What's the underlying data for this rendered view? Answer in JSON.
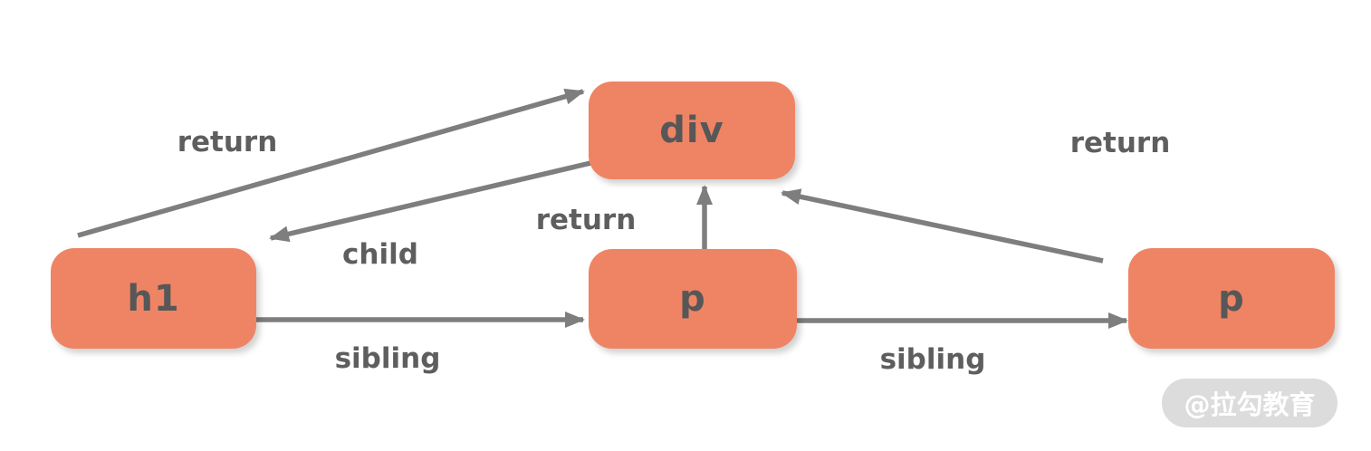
{
  "diagram": {
    "nodes": [
      {
        "id": "div",
        "label": "div"
      },
      {
        "id": "h1",
        "label": "h1"
      },
      {
        "id": "p-center",
        "label": "p"
      },
      {
        "id": "p-right",
        "label": "p"
      }
    ],
    "edges": [
      {
        "from": "h1",
        "to": "div",
        "label": "return"
      },
      {
        "from": "div",
        "to": "h1",
        "label": "child"
      },
      {
        "from": "h1",
        "to": "p-center",
        "label": "sibling"
      },
      {
        "from": "p-center",
        "to": "div",
        "label": "return"
      },
      {
        "from": "p-center",
        "to": "p-right",
        "label": "sibling"
      },
      {
        "from": "p-right",
        "to": "div",
        "label": "return"
      }
    ],
    "colors": {
      "node_fill": "#EF8465",
      "node_text": "#575757",
      "arrow": "#7E7E7E",
      "edge_label_text": "#5E5E5E",
      "watermark_bg": "#DCDCDC",
      "watermark_text": "#FFFFFF",
      "background": "#FFFFFF"
    },
    "watermark": "@拉勾教育"
  }
}
